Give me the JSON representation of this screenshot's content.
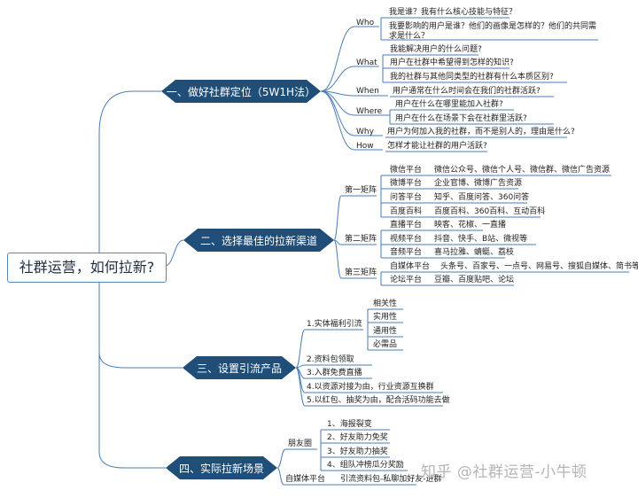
{
  "root": "社群运营，如何拉新?",
  "branches": [
    "一、做好社群定位（5W1H法）",
    "二、选择最佳的拉新渠道",
    "三、设置引流产品",
    "四、实际拉新场景"
  ],
  "b1": {
    "who": "Who",
    "who_items": [
      "我是谁？我有什么核心技能与特征？",
      "我要影响的用户是谁？他们的画像是怎样的？他们的共同需求是什么？"
    ],
    "what": "What",
    "what_items": [
      "我能解决用户的什么问题?",
      "用户在社群中希望得到怎样的知识?",
      "我的社群与其他同类型的社群有什么本质区别?"
    ],
    "when": "When",
    "when_items": [
      "用户通常在什么时间会在我们的社群活跃?"
    ],
    "where": "Where",
    "where_items": [
      "用户在什么在哪里能加入社群?",
      "用户在什么在场景下会在社群里活跃?"
    ],
    "why": "Why",
    "why_items": [
      "用户为何加入我的社群，而不是别人的，理由是什么?"
    ],
    "how": "How",
    "how_items": [
      "怎样才能让社群的用户活跃?"
    ]
  },
  "b2": {
    "m1": "第一矩阵",
    "m1_items": [
      [
        "微信平台",
        "微信公众号、微信个人号、微信群、微信广告资源"
      ],
      [
        "微博平台",
        "企业官博、微博广告资源"
      ],
      [
        "问答平台",
        "知乎、百度问答、360问答"
      ],
      [
        "百度百科",
        "百度百科、360百科、互动百科"
      ]
    ],
    "m2": "第二矩阵",
    "m2_items": [
      [
        "直播平台",
        "映客、花椒、一直播"
      ],
      [
        "视频平台",
        "抖音、快手、B站、微视等"
      ],
      [
        "音频平台",
        "喜马拉雅、蜻蜓、荔枝"
      ]
    ],
    "m3": "第三矩阵",
    "m3_items": [
      [
        "自媒体平台",
        "头条号、百家号、一点号、网易号、搜狐自媒体、简书等"
      ],
      [
        "论坛平台",
        "豆瓣、百度贴吧、论坛"
      ]
    ]
  },
  "b3": {
    "i1": "1.实体福利引流",
    "i1_sub": [
      "相关性",
      "实用性",
      "通用性",
      "必需品"
    ],
    "i2": "2.资料包领取",
    "i3": "3.入群免费直播",
    "i4": "4.以资源对接为由，行业资源互换群",
    "i5": "5.以红包、抽奖为由，配合活码功能去做"
  },
  "b4": {
    "c1": "朋友圈",
    "c1_items": [
      "1、海报裂变",
      "2、好友助力免奖",
      "3、好友助力抽奖",
      "4、组队冲榜瓜分奖励"
    ],
    "c2": "自媒体平台",
    "c2_item": "引流资料包-私聊加好友-进群"
  },
  "watermark": "知乎 @社群运营-小牛顿",
  "colors": {
    "hex_fill": "#1f4e79",
    "line": "#4a7db5",
    "root_border": "#5b87b8",
    "watermark": "#b5b5b5"
  }
}
